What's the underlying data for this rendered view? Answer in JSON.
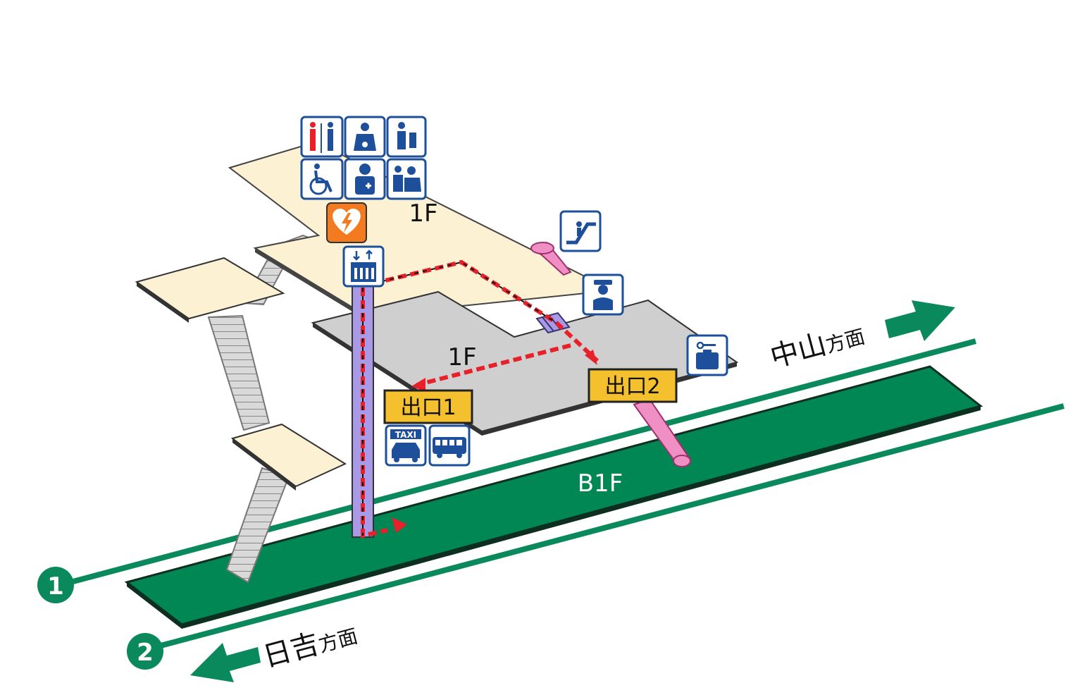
{
  "floors": {
    "upper": "1F",
    "concourse": "1F",
    "platform": "B1F"
  },
  "exits": [
    {
      "label": "出口1"
    },
    {
      "label": "出口2"
    }
  ],
  "tracks": [
    {
      "number": "1",
      "direction_main": "中山",
      "direction_suffix": "方面"
    },
    {
      "number": "2",
      "direction_main": "日吉",
      "direction_suffix": "方面"
    }
  ],
  "taxi_text": "TAXI",
  "icons": [
    "restroom-icon",
    "baby-care-icon",
    "multipurpose-room-icon",
    "wheelchair-icon",
    "first-aid-icon",
    "nursing-room-icon",
    "aed-icon",
    "elevator-icon",
    "escalator-icon",
    "station-staff-icon",
    "coin-locker-icon",
    "taxi-icon",
    "bus-icon"
  ],
  "colors": {
    "platform": "#008754",
    "track": "#0a8a5c",
    "upper_floor": "#fdf1d4",
    "concourse": "#cfcfcf",
    "route": "#e8202a",
    "escalator": "#ef8fc3",
    "elevator_shaft": "#a99ae8",
    "exit_sign": "#f5c02d",
    "icon_blue": "#1d4f9a",
    "aed_orange": "#f47a1f"
  }
}
